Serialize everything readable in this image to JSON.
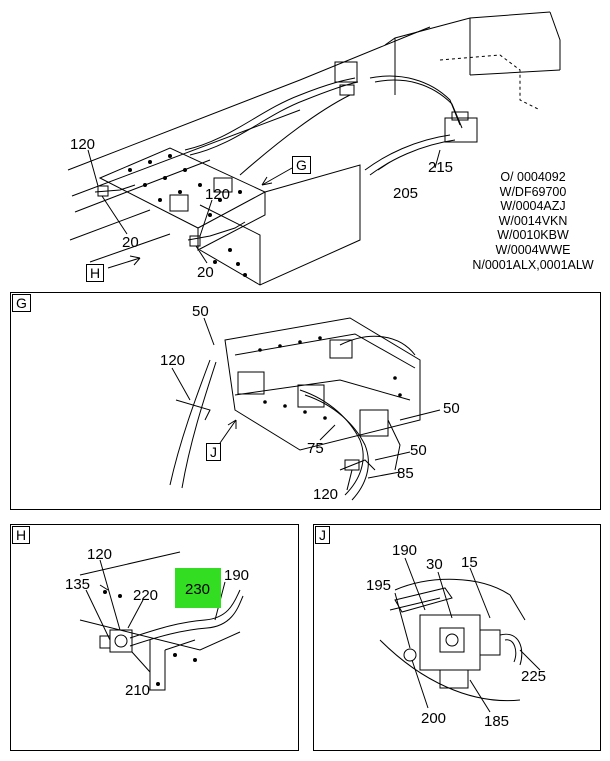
{
  "top": {
    "labels": {
      "l120": "120",
      "l120b": "120",
      "l20a": "20",
      "l20b": "20",
      "l205": "205",
      "l215": "215"
    },
    "tag_g": "G",
    "tag_h": "H",
    "notes": [
      "O/ 0004092",
      "W/DF69700",
      "W/0004AZJ",
      "W/0014VKN",
      "W/0010KBW",
      "W/0004WWE",
      "N/0001ALX,0001ALW"
    ]
  },
  "panel_g": {
    "tag": "G",
    "tag_j": "J",
    "labels": {
      "l50a": "50",
      "l120": "120",
      "l50b": "50",
      "l75": "75",
      "l50c": "50",
      "l85": "85",
      "l120b": "120"
    }
  },
  "panel_h": {
    "tag": "H",
    "highlight_color": "#33dd22",
    "labels": {
      "l120": "120",
      "l135": "135",
      "l220": "220",
      "l230": "230",
      "l190": "190",
      "l210": "210"
    }
  },
  "panel_j": {
    "tag": "J",
    "labels": {
      "l190": "190",
      "l30": "30",
      "l15": "15",
      "l195": "195",
      "l225": "225",
      "l200": "200",
      "l185": "185"
    }
  }
}
